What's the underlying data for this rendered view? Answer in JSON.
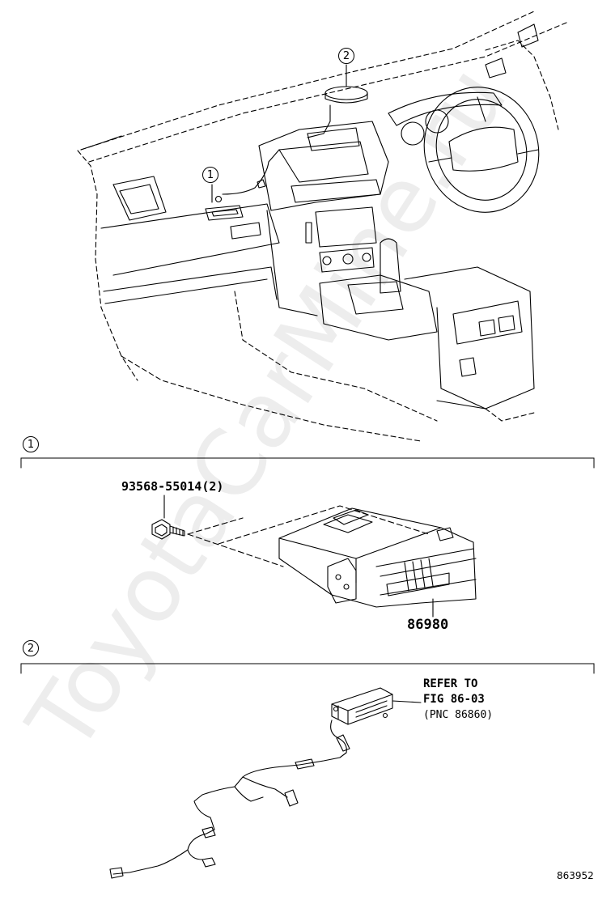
{
  "callouts": {
    "section1": "1",
    "section2": "2",
    "ref1": "1",
    "ref2": "2"
  },
  "parts": {
    "bolt": "93568-55014(2)",
    "module": "86980"
  },
  "reference": {
    "line1": "REFER TO",
    "line2": "FIG 86-03",
    "line3": "(PNC 86860)"
  },
  "figure_number": "863952",
  "watermark": "ToyotaCarMine.ru",
  "colors": {
    "line": "#000000",
    "background": "#ffffff",
    "watermark": "#ededed"
  }
}
